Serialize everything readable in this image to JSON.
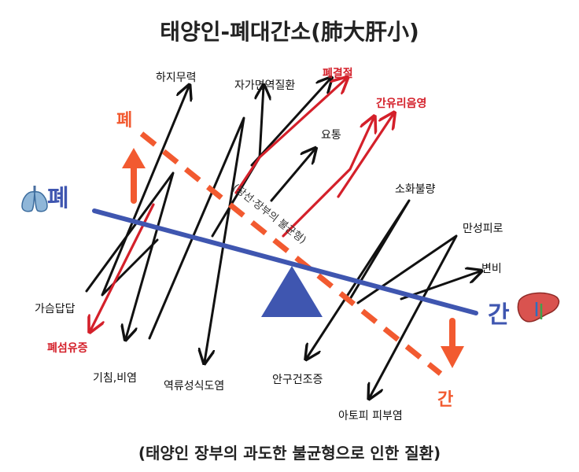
{
  "title": "태양인-폐대간소(肺大肝小)",
  "subtitle": "(태양인 장부의 과도한 불균형으로 인한 질환)",
  "organs": {
    "lung_main": "폐",
    "liver_main": "간",
    "lung_dashed": "폐",
    "liver_dashed": "간"
  },
  "diagonal_label": "(장선·장부의 불균형)",
  "labels": {
    "lower_limb": "하지무력",
    "autoimmune": "자가면역질환",
    "tuberculosis": "폐결절",
    "liver_cancer": "간유리음영",
    "back_pain": "요통",
    "indigestion": "소화불량",
    "fatigue": "만성피로",
    "constipation": "변비",
    "palpitation": "가슴답답",
    "pulmonary_fibrosis": "폐섬유증",
    "cough": "기침,비염",
    "reflux": "역류성식도염",
    "dry_eye": "안구건조증",
    "atopic": "아토피 피부염"
  },
  "colors": {
    "blue": "#3f56b0",
    "red": "#d4202a",
    "orange": "#f25a30",
    "black": "#111111"
  }
}
